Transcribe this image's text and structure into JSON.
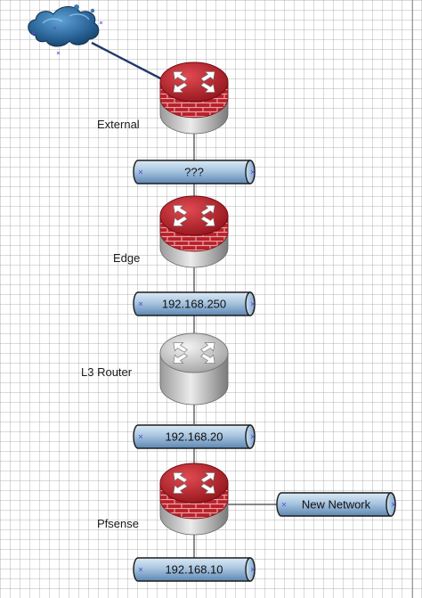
{
  "devices": [
    {
      "id": "external",
      "kind": "firewall-router",
      "label": "External"
    },
    {
      "id": "edge",
      "kind": "firewall-router",
      "label": "Edge"
    },
    {
      "id": "l3",
      "kind": "router",
      "label": "L3 Router"
    },
    {
      "id": "pfsense",
      "kind": "firewall-router",
      "label": "Pfsense"
    }
  ],
  "networks": [
    {
      "id": "net-unknown",
      "label": "???"
    },
    {
      "id": "net-250",
      "label": "192.168.250"
    },
    {
      "id": "net-20",
      "label": "192.168.20"
    },
    {
      "id": "net-10",
      "label": "192.168.10"
    },
    {
      "id": "net-new",
      "label": "New Network"
    }
  ],
  "links": [
    [
      "cloud",
      "external"
    ],
    [
      "external",
      "net-unknown"
    ],
    [
      "net-unknown",
      "edge"
    ],
    [
      "edge",
      "net-250"
    ],
    [
      "net-250",
      "l3"
    ],
    [
      "l3",
      "net-20"
    ],
    [
      "net-20",
      "pfsense"
    ],
    [
      "pfsense",
      "net-10"
    ],
    [
      "pfsense",
      "net-new"
    ]
  ],
  "colors": {
    "firewall_red": "#b8202a",
    "pipe_blue": "#9fc0dc",
    "cloud_blue": "#1f4e78",
    "link": "#1f3a6b"
  },
  "icons": [
    "cloud-icon",
    "firewall-router-icon",
    "router-icon"
  ]
}
